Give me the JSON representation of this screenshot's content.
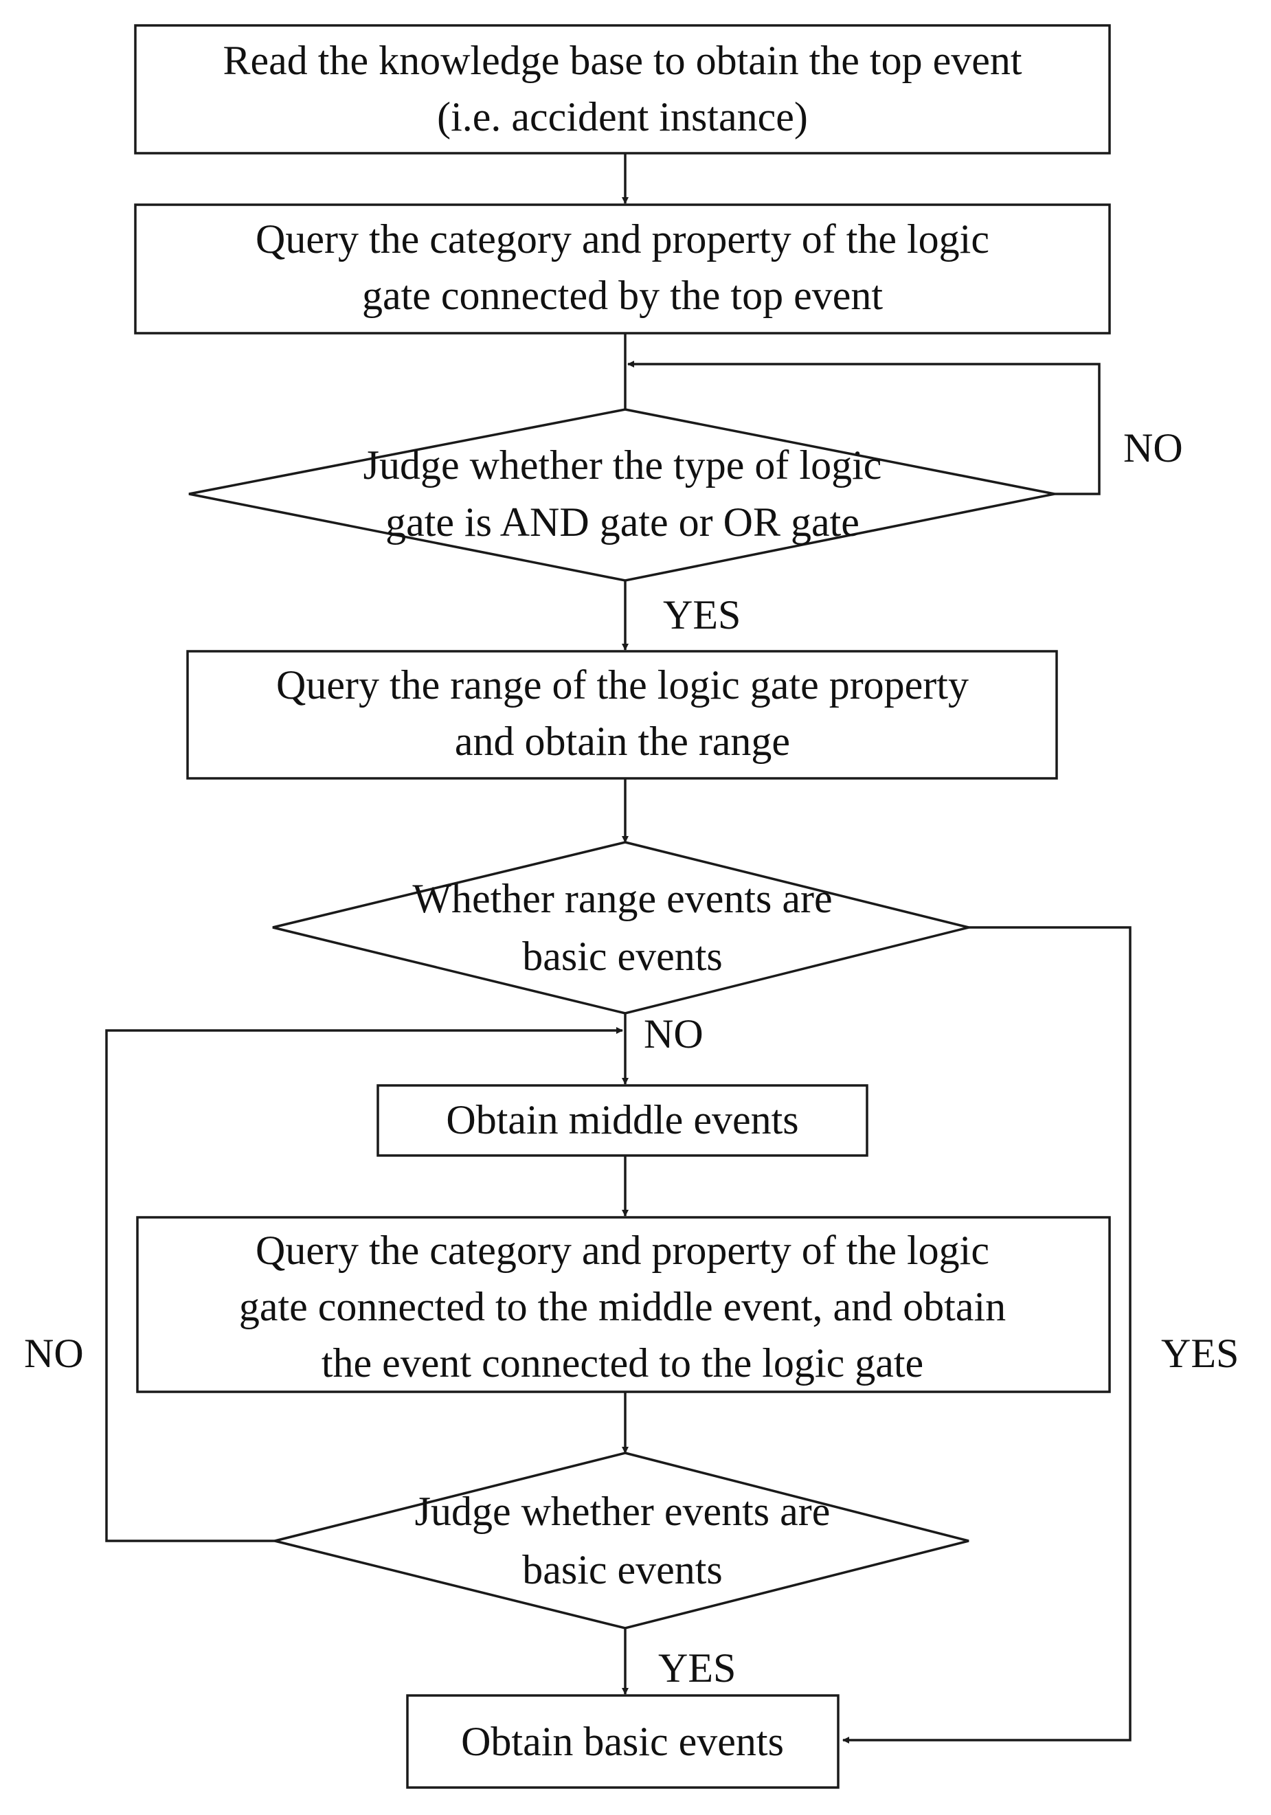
{
  "nodes": {
    "read_kb": {
      "line1": "Read the knowledge base to obtain the top event",
      "line2": "(i.e. accident instance)"
    },
    "query_top_gate": {
      "line1": "Query the category and property of the logic",
      "line2": "gate connected by the top event"
    },
    "judge_gate_type": {
      "line1": "Judge whether the type of logic",
      "line2": "gate is AND gate or OR gate"
    },
    "query_range": {
      "line1": "Query the range of the logic gate property",
      "line2": "and obtain the range"
    },
    "range_basic": {
      "line1": "Whether range events are",
      "line2": "basic events"
    },
    "obtain_middle": {
      "line1": "Obtain middle events"
    },
    "query_middle_gate": {
      "line1": "Query the category and property of the logic",
      "line2": "gate connected to the middle event, and obtain",
      "line3": "the event connected to the logic gate"
    },
    "judge_basic": {
      "line1": "Judge whether events are",
      "line2": "basic events"
    },
    "obtain_basic": {
      "line1": "Obtain basic events"
    }
  },
  "edge_labels": {
    "gate_no": "NO",
    "gate_yes": "YES",
    "range_no": "NO",
    "range_yes": "YES",
    "loop_no": "NO",
    "basic_yes": "YES"
  }
}
